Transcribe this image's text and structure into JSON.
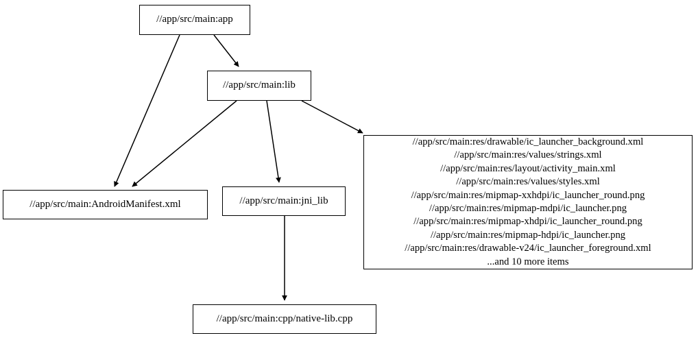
{
  "graph": {
    "type": "directed-dependency-graph",
    "background_color": "#ffffff",
    "node_border_color": "#000000",
    "edge_color": "#000000",
    "text_color": "#000000",
    "nodes": [
      {
        "id": "app",
        "label": "//app/src/main:app"
      },
      {
        "id": "lib",
        "label": "//app/src/main:lib"
      },
      {
        "id": "manifest",
        "label": "//app/src/main:AndroidManifest.xml"
      },
      {
        "id": "jni_lib",
        "label": "//app/src/main:jni_lib"
      },
      {
        "id": "native_lib",
        "label": "//app/src/main:cpp/native-lib.cpp"
      },
      {
        "id": "res",
        "label": "//app/src/main:res/drawable/ic_launcher_background.xml\n//app/src/main:res/values/strings.xml\n//app/src/main:res/layout/activity_main.xml\n//app/src/main:res/values/styles.xml\n//app/src/main:res/mipmap-xxhdpi/ic_launcher_round.png\n//app/src/main:res/mipmap-mdpi/ic_launcher.png\n//app/src/main:res/mipmap-xhdpi/ic_launcher_round.png\n//app/src/main:res/mipmap-hdpi/ic_launcher.png\n//app/src/main:res/drawable-v24/ic_launcher_foreground.xml\n...and 10 more items",
        "lines": [
          "//app/src/main:res/drawable/ic_launcher_background.xml",
          "//app/src/main:res/values/strings.xml",
          "//app/src/main:res/layout/activity_main.xml",
          "//app/src/main:res/values/styles.xml",
          "//app/src/main:res/mipmap-xxhdpi/ic_launcher_round.png",
          "//app/src/main:res/mipmap-mdpi/ic_launcher.png",
          "//app/src/main:res/mipmap-xhdpi/ic_launcher_round.png",
          "//app/src/main:res/mipmap-hdpi/ic_launcher.png",
          "//app/src/main:res/drawable-v24/ic_launcher_foreground.xml",
          "...and 10 more items"
        ]
      }
    ],
    "edges": [
      {
        "from": "app",
        "to": "manifest"
      },
      {
        "from": "app",
        "to": "lib"
      },
      {
        "from": "lib",
        "to": "manifest"
      },
      {
        "from": "lib",
        "to": "jni_lib"
      },
      {
        "from": "lib",
        "to": "res"
      },
      {
        "from": "jni_lib",
        "to": "native_lib"
      }
    ]
  }
}
